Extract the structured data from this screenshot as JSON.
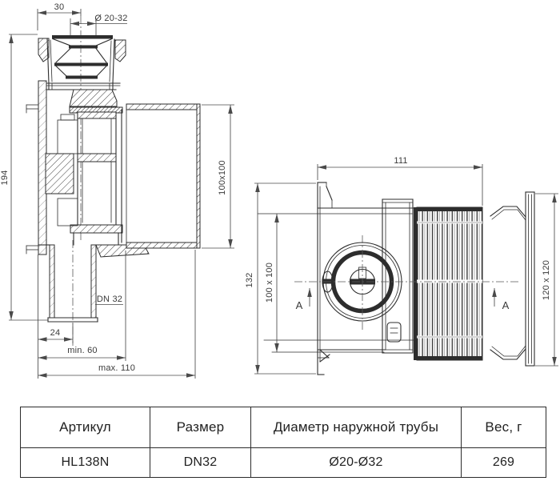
{
  "colors": {
    "line": "#2d2d2d",
    "dim": "#4a4a4a",
    "background": "#ffffff"
  },
  "side_view": {
    "dim_top_width": "30",
    "dim_seal_diameter": "Ø 20-32",
    "dim_total_height": "194",
    "dim_square_socket": "100x100",
    "label_outlet_pipe": "DN 32",
    "dim_pipe_offset": "24",
    "dim_min_depth": "min. 60",
    "dim_max_depth": "max. 110"
  },
  "front_view": {
    "dim_width": "111",
    "dim_height": "132",
    "dim_square_socket": "100 x 100",
    "dim_flange": "120 x 120",
    "section_label": "A"
  },
  "table": {
    "headers": [
      "Артикул",
      "Размер",
      "Диаметр наружной трубы",
      "Вес, г"
    ],
    "row": [
      "HL138N",
      "DN32",
      "Ø20-Ø32",
      "269"
    ]
  }
}
